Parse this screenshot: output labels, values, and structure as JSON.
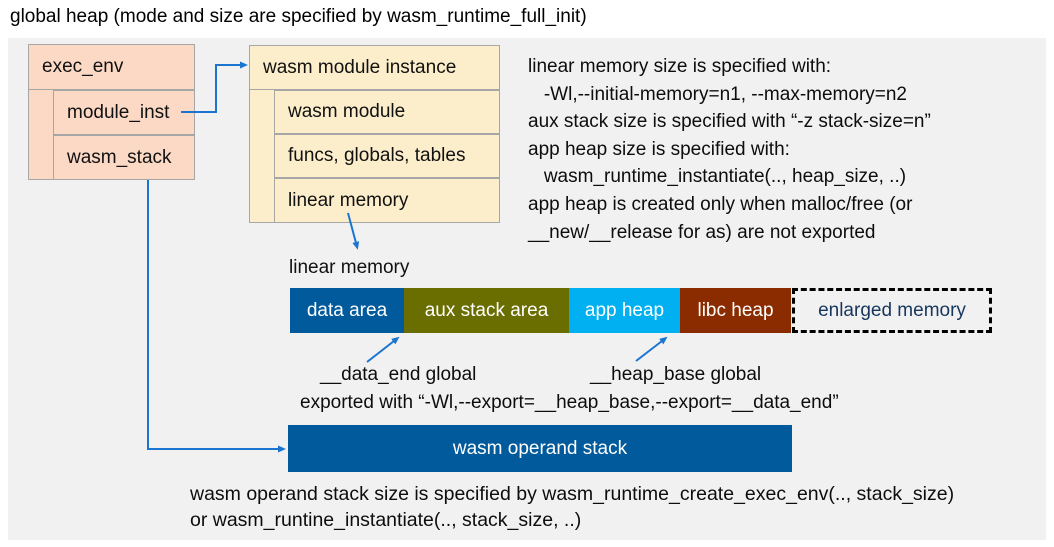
{
  "title": "global heap (mode and size are specified by wasm_runtime_full_init)",
  "exec_env": {
    "header": "exec_env",
    "fields": [
      "module_inst",
      "wasm_stack"
    ]
  },
  "module_instance": {
    "header": "wasm module instance",
    "fields": [
      "wasm module",
      "funcs, globals, tables",
      "linear memory"
    ]
  },
  "notes": {
    "lines": [
      "linear memory size is specified with:",
      "   -Wl,--initial-memory=n1, --max-memory=n2",
      "aux stack size is specified with “-z stack-size=n”",
      "app heap size is specified with:",
      "   wasm_runtime_instantiate(.., heap_size, ..)",
      "app heap is created only when malloc/free (or",
      "__new/__release for as) are not exported"
    ]
  },
  "linear_memory": {
    "label": "linear memory",
    "segments": [
      {
        "label": "data area",
        "color": "#005a9b"
      },
      {
        "label": "aux stack area",
        "color": "#6a6e00"
      },
      {
        "label": "app heap",
        "color": "#00b0f0"
      },
      {
        "label": "libc heap",
        "color": "#8a2b00"
      }
    ],
    "enlarged_label": "enlarged memory"
  },
  "globals": {
    "data_end_label": "__data_end global",
    "heap_base_label": "__heap_base global",
    "export_line": "exported with “-Wl,--export=__heap_base,--export=__data_end”"
  },
  "operand_stack": {
    "label": "wasm operand stack",
    "color": "#005a9b"
  },
  "footer": {
    "lines": [
      "wasm operand stack size is specified by wasm_runtime_create_exec_env(.., stack_size)",
      "or wasm_runtine_instantiate(.., stack_size, ..)"
    ]
  },
  "colors": {
    "panel_bg": "#f1f1f2",
    "exec_env_box": "#fbd9c5",
    "module_instance_box": "#fdeecb",
    "box_border": "#a6a6a6",
    "arrow": "#1b75d0",
    "enlarged_text": "#16365c"
  }
}
